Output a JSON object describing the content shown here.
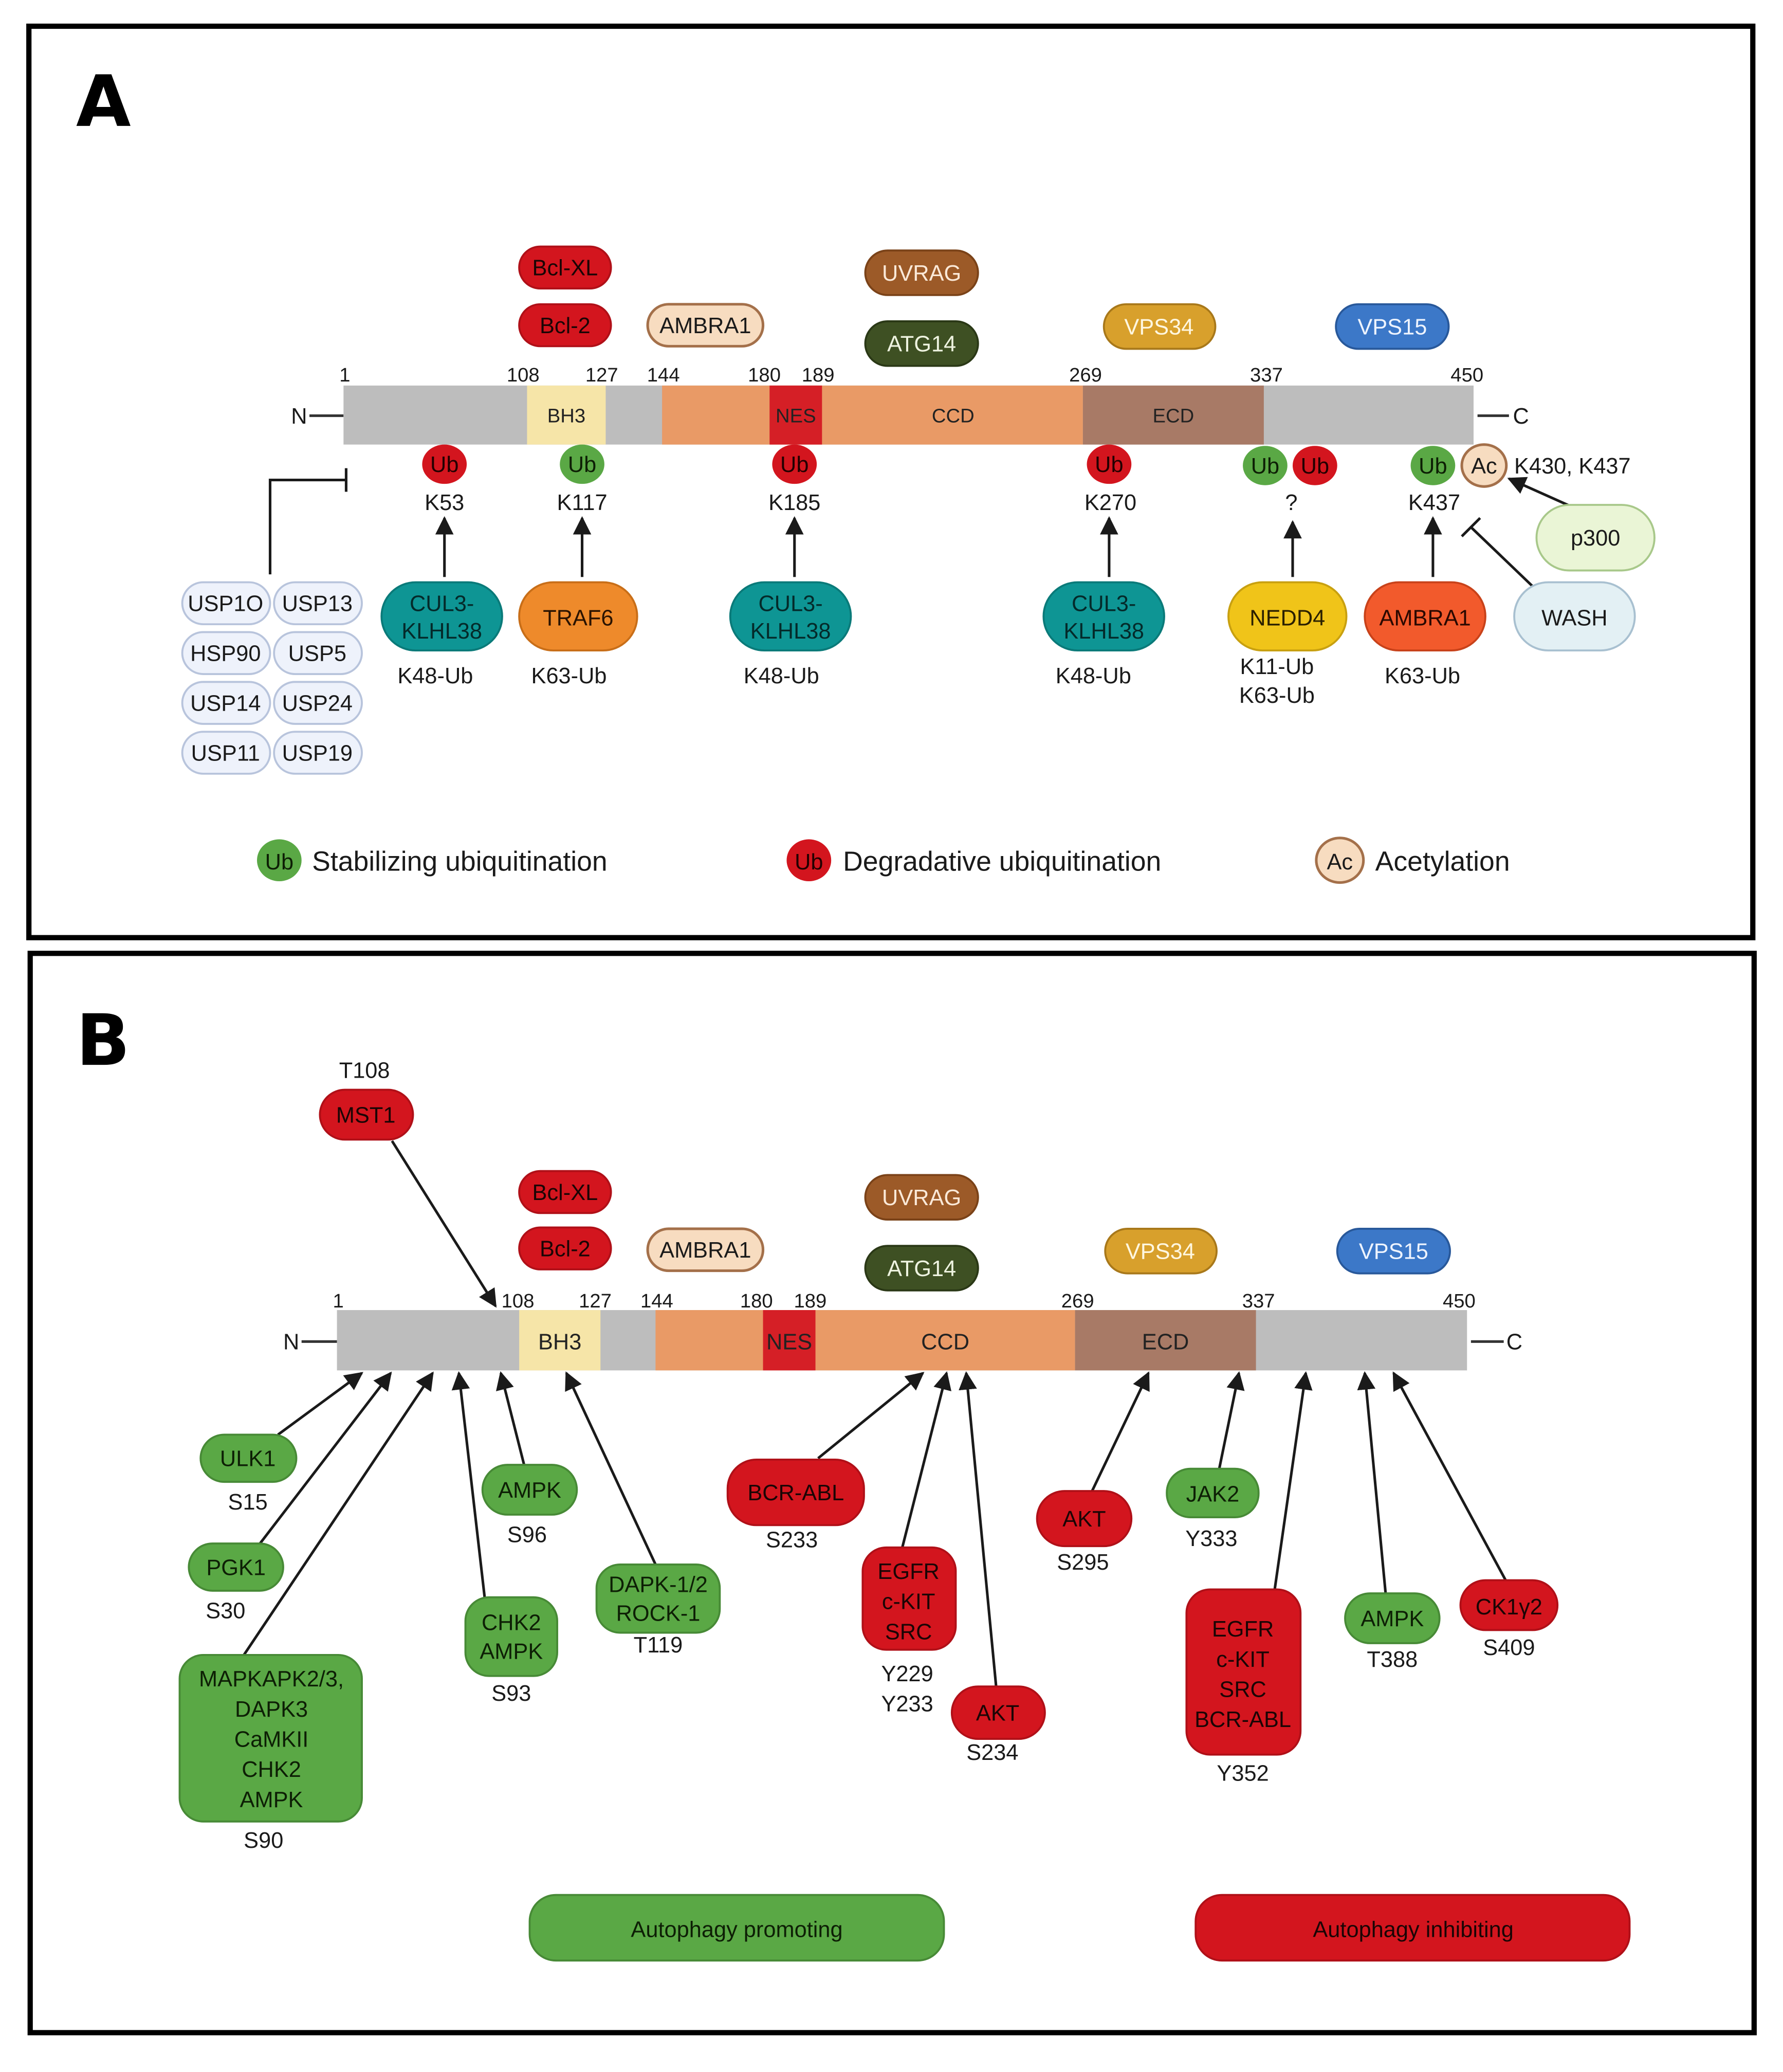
{
  "panel_a": {
    "letter": "A",
    "n_label": "N",
    "c_label": "C",
    "positions": [
      "1",
      "108",
      "127",
      "144",
      "180",
      "189",
      "269",
      "337",
      "450"
    ],
    "domains": {
      "bh3": "BH3",
      "nes": "NES",
      "ccd": "CCD",
      "ecd": "ECD"
    },
    "binding_partners": {
      "bclxl": "Bcl-XL",
      "bcl2": "Bcl-2",
      "ambra1": "AMBRA1",
      "uvrag": "UVRAG",
      "atg14": "ATG14",
      "vps34": "VPS34",
      "vps15": "VPS15"
    },
    "sites": [
      {
        "mark": "Ub",
        "type": "degradative",
        "residue": "K53",
        "enzyme": [
          "CUL3-",
          "KLHL38"
        ],
        "linkage": [
          "K48-Ub"
        ]
      },
      {
        "mark": "Ub",
        "type": "stabilizing",
        "residue": "K117",
        "enzyme": [
          "TRAF6"
        ],
        "linkage": [
          "K63-Ub"
        ]
      },
      {
        "mark": "Ub",
        "type": "degradative",
        "residue": "K185",
        "enzyme": [
          "CUL3-",
          "KLHL38"
        ],
        "linkage": [
          "K48-Ub"
        ]
      },
      {
        "mark": "Ub",
        "type": "degradative",
        "residue": "K270",
        "enzyme": [
          "CUL3-",
          "KLHL38"
        ],
        "linkage": [
          "K48-Ub"
        ]
      },
      {
        "mark": "Ub",
        "type": "both",
        "residue": "?",
        "enzyme": [
          "NEDD4"
        ],
        "linkage": [
          "K11-Ub",
          "K63-Ub"
        ]
      },
      {
        "mark": "Ub",
        "type": "stabilizing",
        "residue": "K437",
        "enzyme": [
          "AMBRA1"
        ],
        "linkage": [
          "K63-Ub"
        ]
      }
    ],
    "ub_label": "Ub",
    "ac_label": "Ac",
    "acetylation_residues": "K430, K437",
    "acetylase": "p300",
    "inhibitor": "WASH",
    "deubiquitinases": [
      "USP1O",
      "USP13",
      "HSP90",
      "USP5",
      "USP14",
      "USP24",
      "USP11",
      "USP19"
    ],
    "legend": [
      {
        "badge": "Ub",
        "label": "Stabilizing ubiquitination"
      },
      {
        "badge": "Ub",
        "label": "Degradative ubiquitination"
      },
      {
        "badge": "Ac",
        "label": "Acetylation"
      }
    ]
  },
  "panel_b": {
    "letter": "B",
    "n_label": "N",
    "c_label": "C",
    "positions": [
      "1",
      "108",
      "127",
      "144",
      "180",
      "189",
      "269",
      "337",
      "450"
    ],
    "domains": {
      "bh3": "BH3",
      "nes": "NES",
      "ccd": "CCD",
      "ecd": "ECD"
    },
    "binding_partners": {
      "bclxl": "Bcl-XL",
      "bcl2": "Bcl-2",
      "ambra1": "AMBRA1",
      "uvrag": "UVRAG",
      "atg14": "ATG14",
      "vps34": "VPS34",
      "vps15": "VPS15"
    },
    "kinases": [
      {
        "name": [
          "MST1"
        ],
        "site": [
          "T108"
        ],
        "effect": "inhibiting"
      },
      {
        "name": [
          "ULK1"
        ],
        "site": [
          "S15"
        ],
        "effect": "promoting"
      },
      {
        "name": [
          "PGK1"
        ],
        "site": [
          "S30"
        ],
        "effect": "promoting"
      },
      {
        "name": [
          "MAPKAPK2/3,",
          "DAPK3",
          "CaMKII",
          "CHK2",
          "AMPK"
        ],
        "site": [
          "S90"
        ],
        "effect": "promoting"
      },
      {
        "name": [
          "CHK2",
          "AMPK"
        ],
        "site": [
          "S93"
        ],
        "effect": "promoting"
      },
      {
        "name": [
          "AMPK"
        ],
        "site": [
          "S96"
        ],
        "effect": "promoting"
      },
      {
        "name": [
          "DAPK-1/2",
          "ROCK-1"
        ],
        "site": [
          "T119"
        ],
        "effect": "promoting"
      },
      {
        "name": [
          "BCR-ABL"
        ],
        "site": [
          "S233"
        ],
        "effect": "inhibiting"
      },
      {
        "name": [
          "EGFR",
          "c-KIT",
          "SRC"
        ],
        "site": [
          "Y229",
          "Y233"
        ],
        "effect": "inhibiting"
      },
      {
        "name": [
          "AKT"
        ],
        "site": [
          "S234"
        ],
        "effect": "inhibiting"
      },
      {
        "name": [
          "AKT"
        ],
        "site": [
          "S295"
        ],
        "effect": "inhibiting"
      },
      {
        "name": [
          "JAK2"
        ],
        "site": [
          "Y333"
        ],
        "effect": "promoting"
      },
      {
        "name": [
          "EGFR",
          "c-KIT",
          "SRC",
          "BCR-ABL"
        ],
        "site": [
          "Y352"
        ],
        "effect": "inhibiting"
      },
      {
        "name": [
          "AMPK"
        ],
        "site": [
          "T388"
        ],
        "effect": "promoting"
      },
      {
        "name": [
          "CK1γ2"
        ],
        "site": [
          "S409"
        ],
        "effect": "inhibiting"
      }
    ],
    "legend": [
      {
        "label": "Autophagy promoting",
        "color": "#5aa845"
      },
      {
        "label": "Autophagy inhibiting",
        "color": "#d3151e"
      }
    ]
  },
  "colors": {
    "bar_grey": "#bdbdbd",
    "bh3": "#f6e5a8",
    "ccd": "#e99a66",
    "nes": "#d51f26",
    "ecd": "#a87a66",
    "red": "#d3151e",
    "green": "#5aa845",
    "uvrag": "#9c5a28",
    "atg14": "#3e5023",
    "vps34": "#d8a02c",
    "vps15": "#3c78c8",
    "ambra1_light": "#f7dcc0",
    "teal": "#0e9594",
    "orange": "#ee8a2b",
    "yellow": "#f0c419",
    "ambra1_orange": "#f25a2c",
    "p300": "#eaf5d6",
    "wash": "#e3f0f4",
    "usp": "#eef2fb"
  }
}
